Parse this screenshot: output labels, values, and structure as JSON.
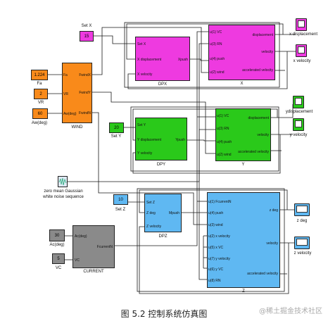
{
  "caption": "图 5.2 控制系统仿真图",
  "watermark": "@稀土掘金技术社区",
  "colors": {
    "magenta": "#ee3ae0",
    "orange": "#f98a1a",
    "green": "#2ac91a",
    "blue": "#5fb8f2",
    "gray": "#8a8a8a",
    "wire": "#1a1a1a"
  },
  "constants": {
    "set_x": {
      "value": "15",
      "label": "Set X"
    },
    "set_y": {
      "value": "20",
      "label": "Set Y"
    },
    "set_z": {
      "value": "10",
      "label": "Set Z"
    },
    "fa": {
      "value": "1.224",
      "label": "Fa"
    },
    "vr": {
      "value": "2",
      "label": "VR"
    },
    "aw": {
      "value": "60",
      "label": "Aw(deg)"
    },
    "ac": {
      "value": "30",
      "label": "Ac(deg)"
    },
    "vc": {
      "value": "5",
      "label": "VC"
    }
  },
  "noise": {
    "label1": "zero mean Gaussian",
    "label2": "white noise sequence"
  },
  "wind": {
    "name": "WIND",
    "in": [
      "Fa",
      "VR",
      "Aw(deg)"
    ],
    "out": [
      "FwindX",
      "FwindY",
      "FwindN"
    ]
  },
  "current": {
    "name": "CURRENT",
    "in": [
      "Ac(deg)",
      "VC"
    ],
    "out": [
      "FcurrentN"
    ]
  },
  "dpx": {
    "name": "DPX",
    "in": [
      "Set X",
      "X displacement",
      "X velocity"
    ],
    "out": [
      "Xpush"
    ]
  },
  "dpy": {
    "name": "DPY",
    "in": [
      "Set Y",
      "Y displacement",
      "Y velocity"
    ],
    "out": [
      "Ypush"
    ]
  },
  "dpz": {
    "name": "DPZ",
    "in": [
      "Set Z",
      "Z deg",
      "Z velocity"
    ],
    "out": [
      "Mpush"
    ]
  },
  "x": {
    "name": "X",
    "in": [
      "u(1) VC",
      "u(3) RN",
      "u(4) push",
      "u(2) wind"
    ],
    "out": [
      "displacement",
      "velocity",
      "accelerated velocity"
    ]
  },
  "y": {
    "name": "Y",
    "in": [
      "u(1) VC",
      "u(3) RN",
      "u(4) push",
      "u(2) wind"
    ],
    "out": [
      "displacement",
      "velocity",
      "accelerated velocity"
    ]
  },
  "z": {
    "name": "Z",
    "in": [
      "u(1) FcurrentN",
      "u(4) push",
      "u(3) wind",
      "u(2) x velocity",
      "u(5) x VC",
      "u(7) y velocity",
      "u(6) y VC",
      "u(8) RN"
    ],
    "out": [
      "z deg",
      "velocity",
      "accelerated velocity"
    ]
  },
  "scopes": {
    "x_disp": "x displacement",
    "x_vel": "x velocity",
    "y_disp": "ydisplacement",
    "y_vel": "y velocity",
    "z_deg": "z deg",
    "z_vel": "z velocity"
  }
}
